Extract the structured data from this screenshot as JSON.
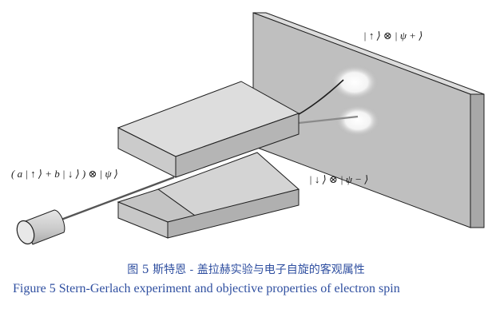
{
  "diagram": {
    "labels": {
      "initial_state": "( a | ↑ ⟩ + b | ↓ ⟩  ) ⊗ | ψ ⟩",
      "spin_up_state": "| ↑ ⟩ ⊗ | ψ + ⟩",
      "spin_down_state": "| ↓ ⟩ ⊗ | ψ − ⟩"
    },
    "colors": {
      "block_front": "#c9c9c9",
      "block_top": "#dddddd",
      "block_side": "#b3b3b3",
      "outline": "#1e1e1e",
      "spot_glow": "#ffffff",
      "beam": "#333333"
    }
  },
  "caption": {
    "chinese": "图 5   斯特恩 - 盖拉赫实验与电子自旋的客观属性",
    "english": "Figure 5    Stern-Gerlach experiment and objective properties of electron spin"
  }
}
